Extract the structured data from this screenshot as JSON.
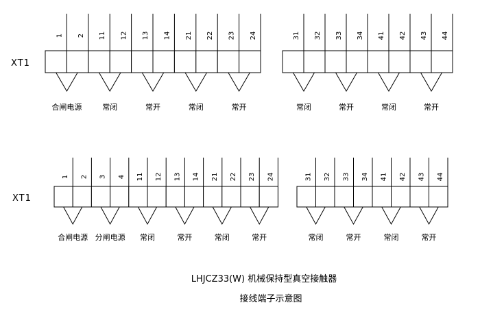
{
  "diagram": {
    "caption": {
      "line1": "LHJCZ33(W) 机械保持型真空接触器",
      "line2": "接线端子示意图"
    },
    "rows": [
      {
        "name": "top",
        "strip_label": "XT1",
        "blocks": [
          {
            "terminals": [
              "1",
              "2",
              "11",
              "12",
              "13",
              "14",
              "21",
              "22",
              "23",
              "24"
            ],
            "groups": [
              {
                "label": "合闸电源",
                "span": [
                  0,
                  1
                ]
              },
              {
                "label": "常闭",
                "span": [
                  2,
                  3
                ]
              },
              {
                "label": "常开",
                "span": [
                  4,
                  5
                ]
              },
              {
                "label": "常闭",
                "span": [
                  6,
                  7
                ]
              },
              {
                "label": "常开",
                "span": [
                  8,
                  9
                ]
              }
            ]
          },
          {
            "terminals": [
              "31",
              "32",
              "33",
              "34",
              "41",
              "42",
              "43",
              "44"
            ],
            "groups": [
              {
                "label": "常闭",
                "span": [
                  0,
                  1
                ]
              },
              {
                "label": "常开",
                "span": [
                  2,
                  3
                ]
              },
              {
                "label": "常闭",
                "span": [
                  4,
                  5
                ]
              },
              {
                "label": "常开",
                "span": [
                  6,
                  7
                ]
              }
            ]
          }
        ]
      },
      {
        "name": "bottom",
        "strip_label": "XT1",
        "blocks": [
          {
            "terminals": [
              "1",
              "2",
              "3",
              "4",
              "11",
              "12",
              "13",
              "14",
              "21",
              "22",
              "23",
              "24"
            ],
            "groups": [
              {
                "label": "合闸电源",
                "span": [
                  0,
                  1
                ]
              },
              {
                "label": "分闸电源",
                "span": [
                  2,
                  3
                ]
              },
              {
                "label": "常闭",
                "span": [
                  4,
                  5
                ]
              },
              {
                "label": "常开",
                "span": [
                  6,
                  7
                ]
              },
              {
                "label": "常闭",
                "span": [
                  8,
                  9
                ]
              },
              {
                "label": "常开",
                "span": [
                  10,
                  11
                ]
              }
            ]
          },
          {
            "terminals": [
              "31",
              "32",
              "33",
              "34",
              "41",
              "42",
              "43",
              "44"
            ],
            "groups": [
              {
                "label": "常闭",
                "span": [
                  0,
                  1
                ]
              },
              {
                "label": "常开",
                "span": [
                  2,
                  3
                ]
              },
              {
                "label": "常闭",
                "span": [
                  4,
                  5
                ]
              },
              {
                "label": "常开",
                "span": [
                  6,
                  7
                ]
              }
            ]
          }
        ]
      }
    ]
  }
}
